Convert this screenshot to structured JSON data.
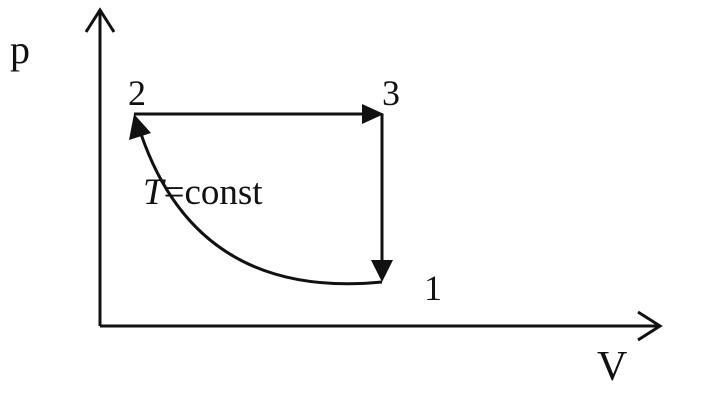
{
  "axes": {
    "y_label": "p",
    "x_label": "V"
  },
  "points": {
    "p1": "1",
    "p2": "2",
    "p3": "3"
  },
  "curve_label": {
    "variable": "T",
    "rest": "=const"
  },
  "colors": {
    "line": "#111111",
    "background": "#ffffff"
  }
}
